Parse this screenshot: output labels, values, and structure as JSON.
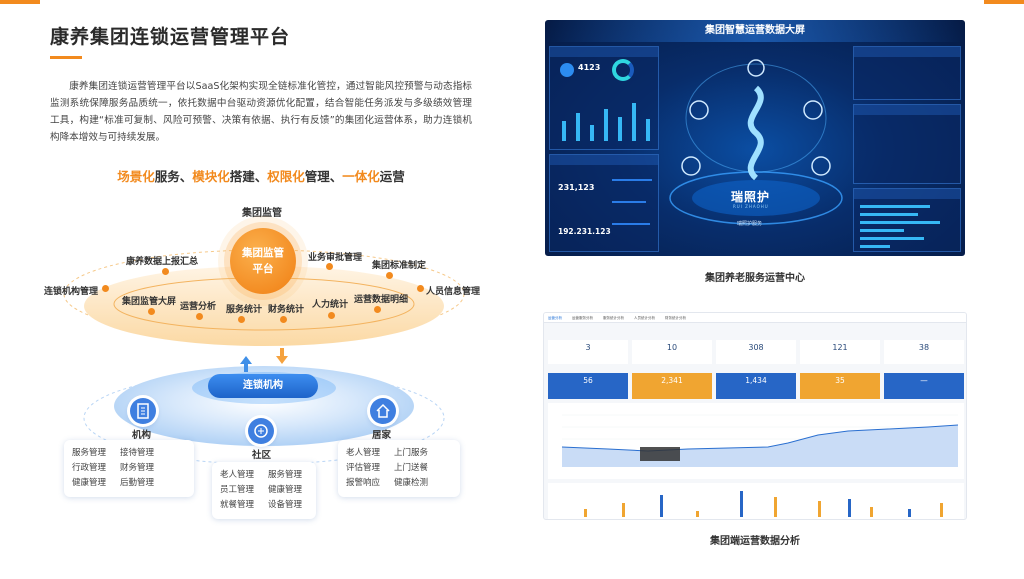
{
  "title": "康养集团连锁运营管理平台",
  "intro": "康养集团连锁运营管理平台以SaaS化架构实现全链标准化管控，通过智能风控预警与动态指标监测系统保障服务品质统一，依托数据中台驱动资源优化配置，结合智能任务派发与多级绩效管理工具，构建“标准可复制、风险可预警、决策有依据、执行有反馈”的集团化运营体系，助力连锁机构降本增效与可持续发展。",
  "slogan": {
    "p1": "场景化",
    "p2": "服务、",
    "p3": "模块化",
    "p4": "搭建、",
    "p5": "权限化",
    "p6": "管理、",
    "p7": "一体化",
    "p8": "运营"
  },
  "diagram": {
    "top_label": "集团监管",
    "center_line1": "集团监管",
    "center_line2": "平台",
    "outer_labels": [
      "康养数据上报汇总",
      "业务审批管理",
      "集团标准制定",
      "连锁机构管理",
      "人员信息管理"
    ],
    "inner_labels": [
      "集团监管大屏",
      "运营分析",
      "服务统计",
      "财务统计",
      "人力统计",
      "运营数据明细"
    ],
    "chain_label": "连锁机构",
    "org": {
      "label": "机构",
      "items": [
        "服务管理",
        "接待管理",
        "行政管理",
        "财务管理",
        "健康管理",
        "后勤管理"
      ]
    },
    "community": {
      "label": "社区",
      "items": [
        "老人管理",
        "服务管理",
        "员工管理",
        "健康管理",
        "就餐管理",
        "设备管理"
      ]
    },
    "home": {
      "label": "居家",
      "items": [
        "老人管理",
        "上门服务",
        "评估管理",
        "上门送餐",
        "报警响应",
        "健康检测"
      ]
    },
    "icons": {
      "org": "building-icon",
      "community": "community-icon",
      "home": "home-icon"
    }
  },
  "dashboard": {
    "title": "集团智慧运营数据大屏",
    "num1": "4123",
    "num2": "231,123",
    "num3": "192.231.123",
    "brand": "瑞照护",
    "brand_sub": "RUI ZHAOHU",
    "brand_caption": "瑞照护服务",
    "caption": "集团养老服务运营中心"
  },
  "analysis": {
    "tabs": [
      "运营分析",
      "运营服务分析",
      "服务统计分析",
      "人员统计分析",
      "财务统计分析"
    ],
    "kpis": [
      "3",
      "10",
      "308",
      "121",
      "38"
    ],
    "kpis2": [
      "56",
      "2,341",
      "1,434",
      "35",
      "—"
    ],
    "caption": "集团端运营数据分析"
  },
  "colors": {
    "accent": "#f28a1e",
    "blue": "#1f6fd6",
    "gold": "#f0a531"
  }
}
